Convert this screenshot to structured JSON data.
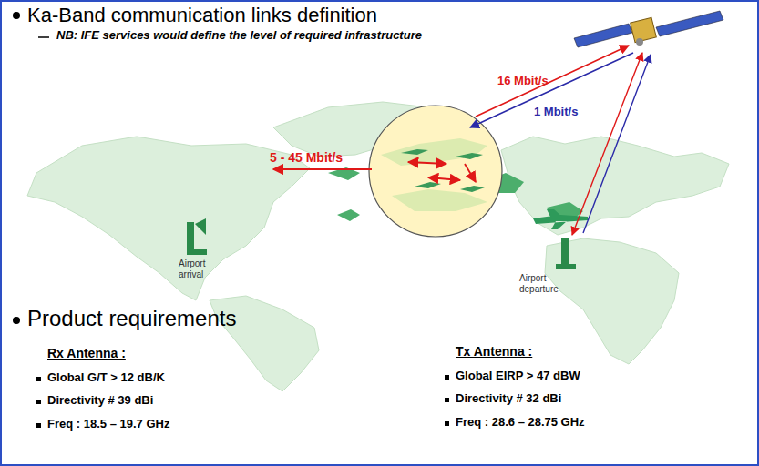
{
  "diagram": {
    "labels": [
      "Ka-Band communication links definition",
      "NB: IFE services would define the level of required infrastructure",
      "16 Mbit/s",
      "1 Mbit/s",
      "5 - 45 Mbit/s",
      "Airport arrival",
      "Airport departure",
      "Product requirements",
      "Rx Antenna :",
      "Global G/T > 12 dB/K",
      "Directivity # 39 dBi",
      "Freq : 18.5 – 19.7 GHz",
      "Tx Antenna :",
      "Global EIRP > 47 dBW",
      "Directivity # 32 dBi",
      "Freq : 28.6 – 28.75 GHz"
    ]
  }
}
